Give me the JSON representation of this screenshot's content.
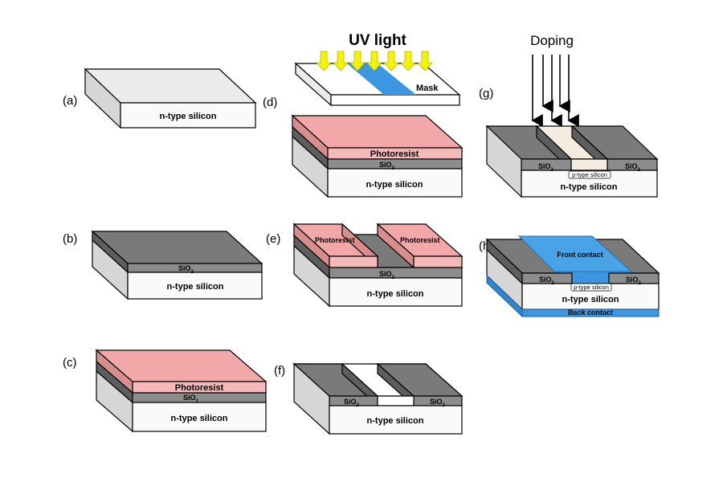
{
  "panels": {
    "a": {
      "label": "(a)",
      "substrate": "n-type silicon"
    },
    "b": {
      "label": "(b)",
      "oxide": "SiO",
      "oxide_sub": "2",
      "substrate": "n-type silicon"
    },
    "c": {
      "label": "(c)",
      "resist": "Photoresist",
      "oxide": "SiO",
      "oxide_sub": "2",
      "substrate": "n-type silicon"
    },
    "d": {
      "label": "(d)",
      "uv": "UV light",
      "mask": "Mask",
      "resist": "Photoresist",
      "oxide": "SiO",
      "oxide_sub": "2",
      "substrate": "n-type silicon"
    },
    "e": {
      "label": "(e)",
      "resist_left": "Photoresist",
      "resist_right": "Photoresist",
      "oxide": "SiO",
      "oxide_sub": "2",
      "substrate": "n-type silicon"
    },
    "f": {
      "label": "(f)",
      "oxide_left": "SiO",
      "oxide_right": "SiO",
      "oxide_sub": "2",
      "substrate": "n-type silicon"
    },
    "g": {
      "label": "(g)",
      "doping": "Doping",
      "oxide_left": "SiO",
      "oxide_right": "SiO",
      "oxide_sub": "2",
      "ptype": "p-type silicon",
      "substrate": "n-type silicon"
    },
    "h": {
      "label": "(h)",
      "front": "Front contact",
      "oxide_left": "SiO",
      "oxide_right": "SiO",
      "oxide_sub": "2",
      "ptype": "p-type silicon",
      "substrate": "n-type silicon",
      "back": "Back contact"
    }
  },
  "colors": {
    "silicon_top": "#ebebeb",
    "silicon_front": "#fafafa",
    "silicon_side": "#d6d6d6",
    "oxide_top": "#7a7a7a",
    "oxide_front": "#8c8c8c",
    "oxide_side": "#5e5e5e",
    "resist_top": "#f2a8a8",
    "resist_front": "#f6b9b9",
    "resist_side": "#d98e8e",
    "ptype": "#f3ecdf",
    "mask_blue": "#3d96e0",
    "contact_blue": "#4aa3e6",
    "uv_arrow": "#f2f20a"
  }
}
